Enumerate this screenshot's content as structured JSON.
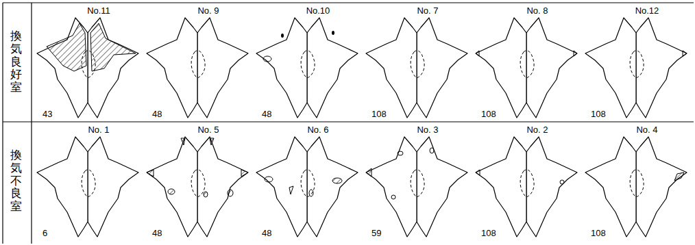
{
  "diagram": {
    "labels": [
      "換気良好室",
      "No.11",
      "No. 9",
      "No.10",
      "No. 7",
      "No. 8",
      "No.12",
      "43",
      "48",
      "48",
      "108",
      "108",
      "108",
      "換気不良室",
      "No. 1",
      "No. 5",
      "No. 6",
      "No. 3",
      "No. 2",
      "No. 4",
      "6",
      "48",
      "48",
      "59",
      "108",
      "108"
    ]
  }
}
